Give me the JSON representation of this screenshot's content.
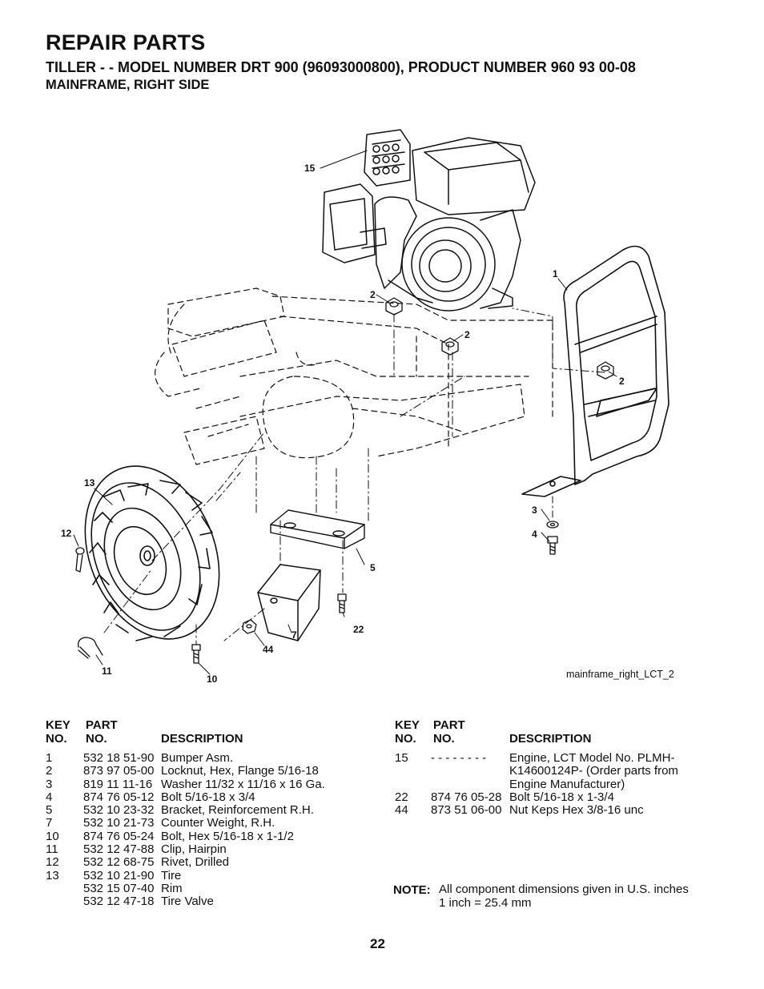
{
  "header": {
    "title": "REPAIR PARTS",
    "subtitle": "TILLER - - MODEL NUMBER DRT 900 (96093000800), PRODUCT NUMBER 960 93 00-08",
    "section": "MAINFRAME, RIGHT SIDE"
  },
  "diagram": {
    "figure_id": "mainframe_right_LCT_2",
    "callouts": [
      "15",
      "1",
      "2",
      "2",
      "2",
      "13",
      "12",
      "3",
      "4",
      "5",
      "22",
      "7",
      "44",
      "11",
      "10"
    ]
  },
  "table_left": {
    "header": {
      "key": "KEY",
      "no": "NO.",
      "part": "PART",
      "part_no": "NO.",
      "description": "DESCRIPTION"
    },
    "rows": [
      {
        "key": "1",
        "part": "532 18 51-90",
        "desc": "Bumper Asm."
      },
      {
        "key": "2",
        "part": "873 97 05-00",
        "desc": "Locknut, Hex, Flange  5/16-18"
      },
      {
        "key": "3",
        "part": "819 11 11-16",
        "desc": "Washer 11/32 x 11/16 x 16 Ga."
      },
      {
        "key": "4",
        "part": "874 76 05-12",
        "desc": "Bolt 5/16-18 x 3/4"
      },
      {
        "key": "5",
        "part": "532 10 23-32",
        "desc": "Bracket, Reinforcement R.H."
      },
      {
        "key": "7",
        "part": "532 10 21-73",
        "desc": "Counter Weight, R.H."
      },
      {
        "key": "10",
        "part": "874 76 05-24",
        "desc": "Bolt, Hex  5/16-18 x 1-1/2"
      },
      {
        "key": "11",
        "part": "532 12 47-88",
        "desc": "Clip, Hairpin"
      },
      {
        "key": "12",
        "part": "532 12 68-75",
        "desc": "Rivet, Drilled"
      },
      {
        "key": "13",
        "part": "532 10 21-90",
        "desc": "Tire"
      },
      {
        "key": "",
        "part": "532 15 07-40",
        "desc": "Rim"
      },
      {
        "key": "",
        "part": "532 12 47-18",
        "desc": "Tire Valve"
      }
    ]
  },
  "table_right": {
    "header": {
      "key": "KEY",
      "no": "NO.",
      "part": "PART",
      "part_no": "NO.",
      "description": "DESCRIPTION"
    },
    "rows": [
      {
        "key": "15",
        "part": "- - - - - - - -",
        "desc": "Engine, LCT Model No. PLMH-"
      },
      {
        "key": "",
        "part": "",
        "desc": "K14600124P- (Order parts from"
      },
      {
        "key": "",
        "part": "",
        "desc": "Engine Manufacturer)"
      },
      {
        "key": "22",
        "part": "874 76 05-28",
        "desc": "Bolt 5/16-18 x 1-3/4"
      },
      {
        "key": "44",
        "part": "873 51 06-00",
        "desc": "Nut Keps Hex 3/8-16 unc"
      }
    ]
  },
  "note": {
    "label": "NOTE:",
    "line1": "All component dimensions given in U.S. inches",
    "line2": "1 inch = 25.4 mm"
  },
  "footer": {
    "page_number": "22"
  }
}
